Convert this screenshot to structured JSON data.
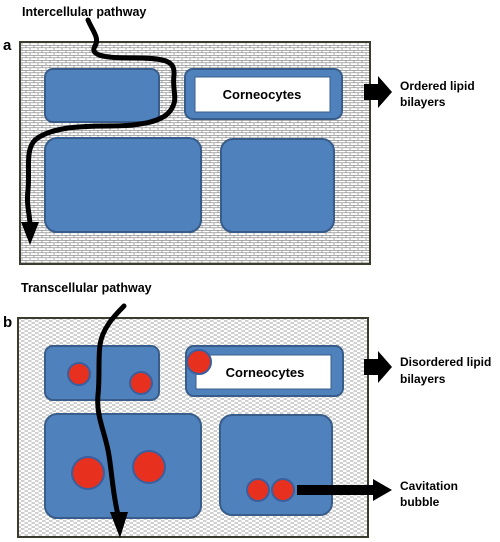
{
  "panel_a": {
    "letter": "a",
    "pathway_label": "Intercellular pathway",
    "cell_label": "Corneocytes",
    "side_label_lines": [
      "Ordered lipid",
      "bilayers"
    ]
  },
  "panel_b": {
    "letter": "b",
    "pathway_label": "Transcellular pathway",
    "cell_label": "Corneocytes",
    "side_label_lines": [
      "Disordered lipid",
      "bilayers"
    ],
    "bubble_label_lines": [
      "Cavitation",
      "bubble"
    ]
  },
  "colors": {
    "cell_fill": "#4f81bd",
    "cell_stroke": "#385d8a",
    "bubble_fill": "#e8301e",
    "bubble_stroke": "#3a5f9e",
    "frame": "#3b3b2e",
    "path": "#000000"
  }
}
